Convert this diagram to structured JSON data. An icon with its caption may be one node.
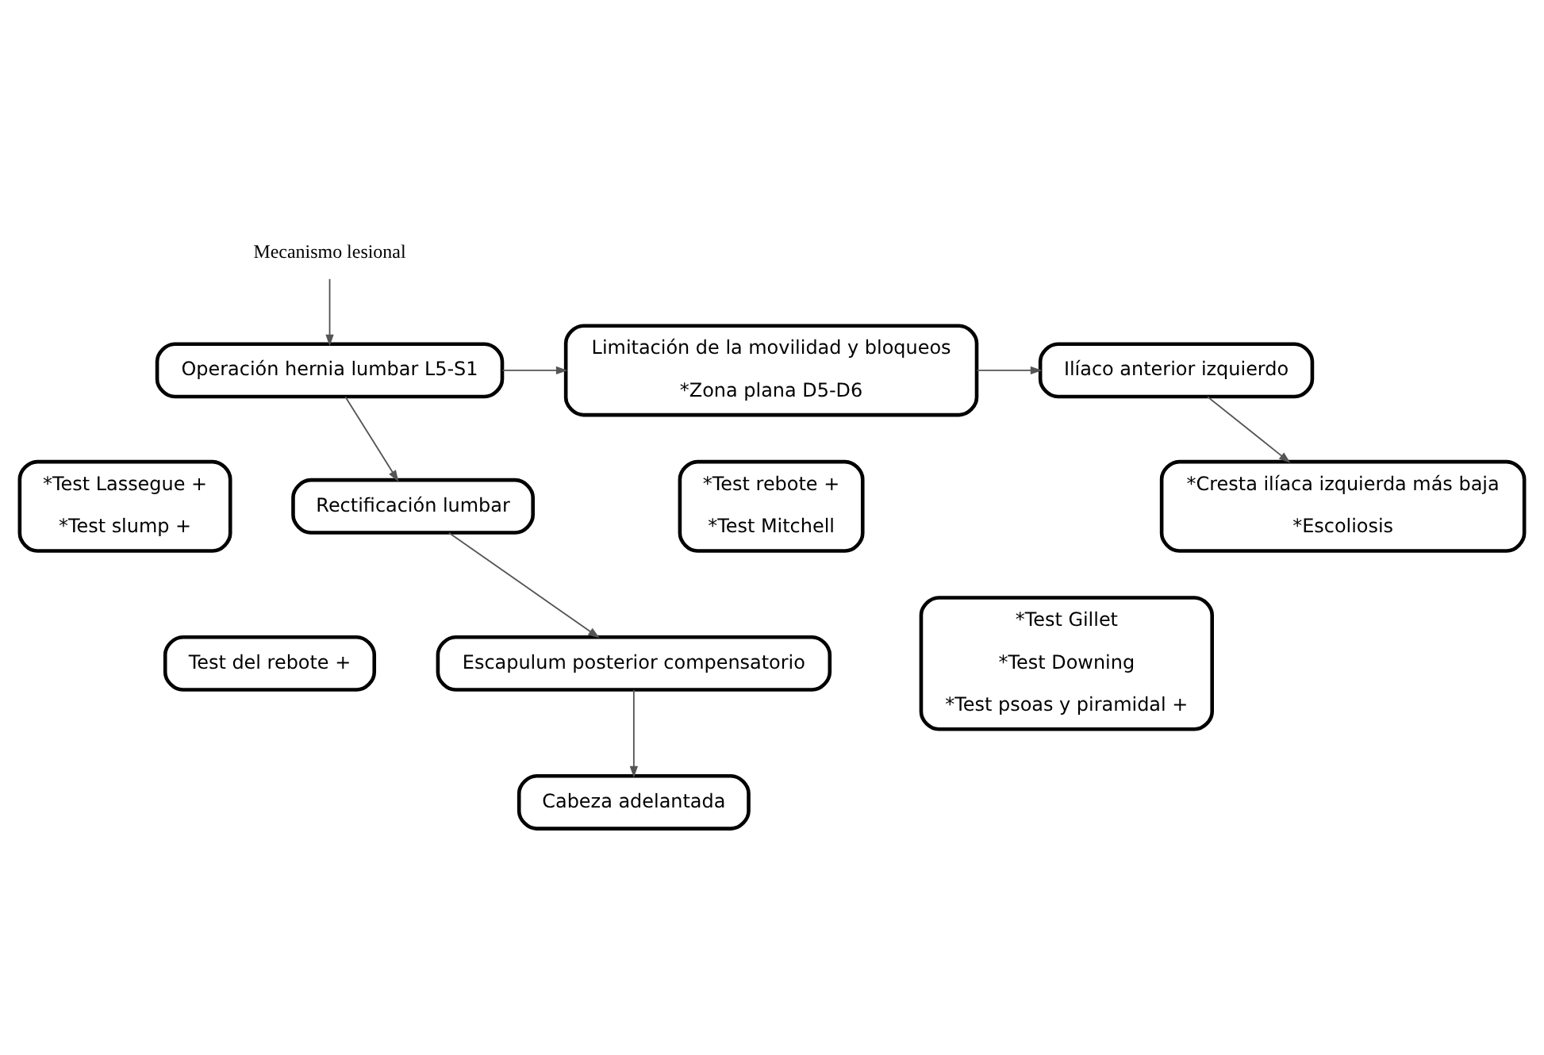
{
  "diagram": {
    "nodes": [
      {
        "text": [
          "Mecanismo lesional"
        ]
      },
      {
        "text": [
          "Operación hernia lumbar L5-S1"
        ]
      },
      {
        "text": [
          "*Test Lassegue +",
          "*Test slump +"
        ]
      },
      {
        "text": [
          "Rectificación lumbar"
        ]
      },
      {
        "text": [
          "Test del rebote +"
        ]
      },
      {
        "text": [
          "Escapulum posterior compensatorio"
        ]
      },
      {
        "text": [
          "Cabeza adelantada"
        ]
      },
      {
        "text": [
          "Limitación de la movilidad y bloqueos",
          "*Zona plana D5-D6"
        ]
      },
      {
        "text": [
          "*Test rebote +",
          "*Test Mitchell"
        ]
      },
      {
        "text": [
          "Ilíaco anterior izquierdo"
        ]
      },
      {
        "text": [
          "*Test Gillet",
          "*Test Downing",
          "*Test psoas y piramidal +"
        ]
      },
      {
        "text": [
          "*Cresta ilíaca izquierda más baja",
          "*Escoliosis"
        ]
      }
    ],
    "edges": [
      {
        "from": 0,
        "to": 1,
        "arrow": "to"
      },
      {
        "from": 1,
        "to": 7,
        "arrow": "to"
      },
      {
        "from": 7,
        "to": 9,
        "arrow": "to"
      },
      {
        "from": 1,
        "to": 3,
        "arrow": "to"
      },
      {
        "from": 3,
        "to": 5,
        "arrow": "to"
      },
      {
        "from": 5,
        "to": 6,
        "arrow": "to"
      },
      {
        "from": 9,
        "to": 11,
        "arrow": "to"
      }
    ]
  }
}
